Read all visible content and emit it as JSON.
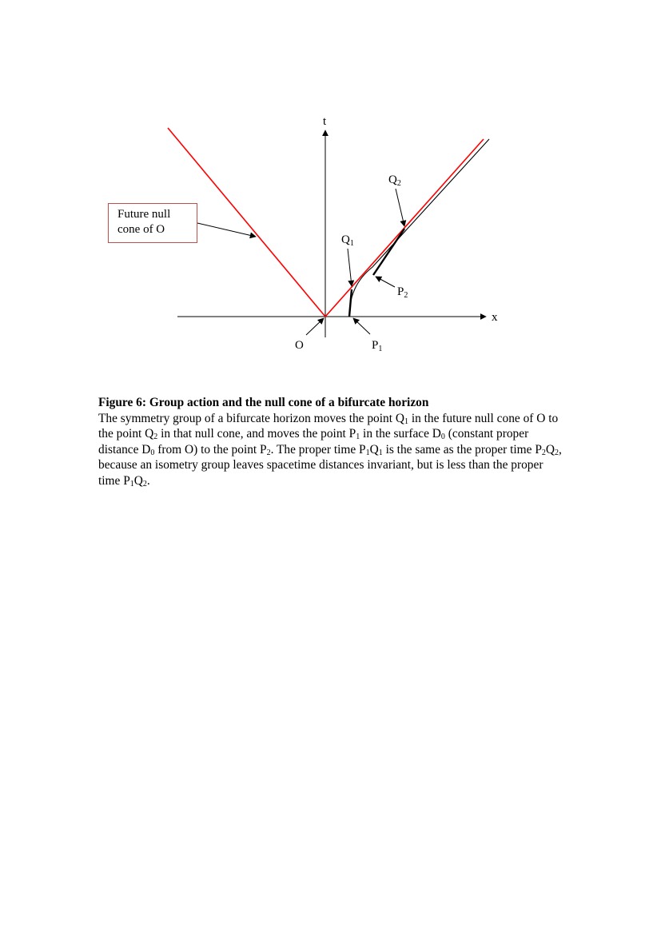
{
  "figure": {
    "axis_labels": {
      "t": "t",
      "x": "x"
    },
    "point_labels": {
      "O": "O",
      "Q1_base": "Q",
      "Q1_sub": "1",
      "Q2_base": "Q",
      "Q2_sub": "2",
      "P1_base": "P",
      "P1_sub": "1",
      "P2_base": "P",
      "P2_sub": "2"
    },
    "callout": {
      "line1": "Future null",
      "line2": "cone of O"
    },
    "colors": {
      "null_cone": "#ff0000",
      "axes": "#000000",
      "callout_border": "#c0504d"
    }
  },
  "caption": {
    "title": "Figure 6: Group action and the null cone of a bifurcate horizon",
    "t1": "The symmetry group of a bifurcate horizon moves the point Q",
    "s1": "1",
    "t2": " in the future null cone of O to the point Q",
    "s2": "2",
    "t3": " in that null cone, and moves the point P",
    "s3": "1",
    "t4": " in the surface D",
    "s4": "0",
    "t5": " (constant proper distance D",
    "s5": "0",
    "t6": " from O) to the point P",
    "s6": "2",
    "t7": ". The proper time P",
    "s7": "1",
    "t8": "Q",
    "s8": "1",
    "t9": " is the same as the proper time P",
    "s9": "2",
    "t10": "Q",
    "s10": "2",
    "t11": ", because an isometry group leaves spacetime distances invariant, but is less than the proper time P",
    "s11": "1",
    "t12": "Q",
    "s12": "2",
    "t13": "."
  }
}
